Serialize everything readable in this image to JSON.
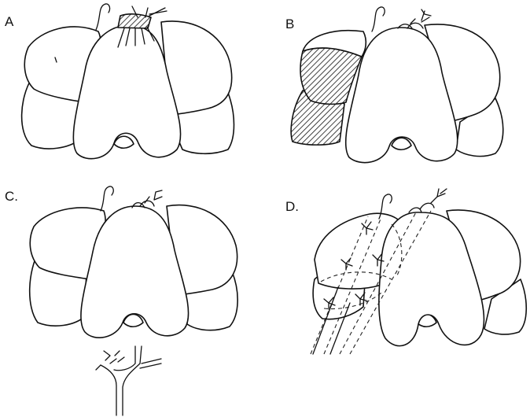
{
  "panels": [
    {
      "id": "A",
      "label": "A"
    },
    {
      "id": "B",
      "label": "B"
    },
    {
      "id": "C",
      "label": "C."
    },
    {
      "id": "D",
      "label": "D."
    }
  ],
  "style": {
    "ink": "#111111",
    "paper": "#ffffff"
  }
}
